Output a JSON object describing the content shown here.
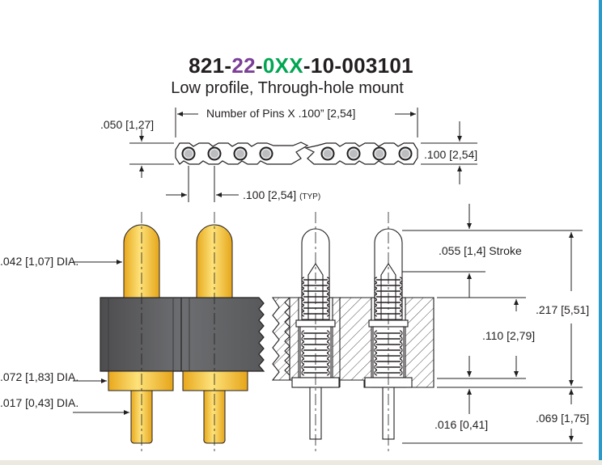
{
  "part_number": {
    "p1": "821-",
    "p2": "22",
    "p3": "-",
    "p4": "0XX",
    "p5": "-10-003101"
  },
  "subtitle": "Low profile, Through-hole mount",
  "dimensions": {
    "pin_pitch_header": "Number of Pins X .100” [2,54]",
    "edge_offset": ".050 [1,27]",
    "strip_height": ".100 [2,54]",
    "typ_pitch": ".100 [2,54]",
    "typ_note": "(TYP)",
    "plunger_dia": ".042 [1,07] DIA.",
    "stroke": ".055 [1,4] Stroke",
    "overall": ".217 [5,51]",
    "body_height": ".110 [2,79]",
    "barrel_dia": ".072 [1,83] DIA.",
    "tail_dia": ".017 [0,43] DIA.",
    "flange": ".016 [0,41]",
    "tail_length": ".069 [1,75]"
  },
  "colors": {
    "purple": "#7b3f98",
    "green": "#00a651",
    "gold": "#f5c431",
    "body": "#6d6e71",
    "text": "#231f20"
  }
}
